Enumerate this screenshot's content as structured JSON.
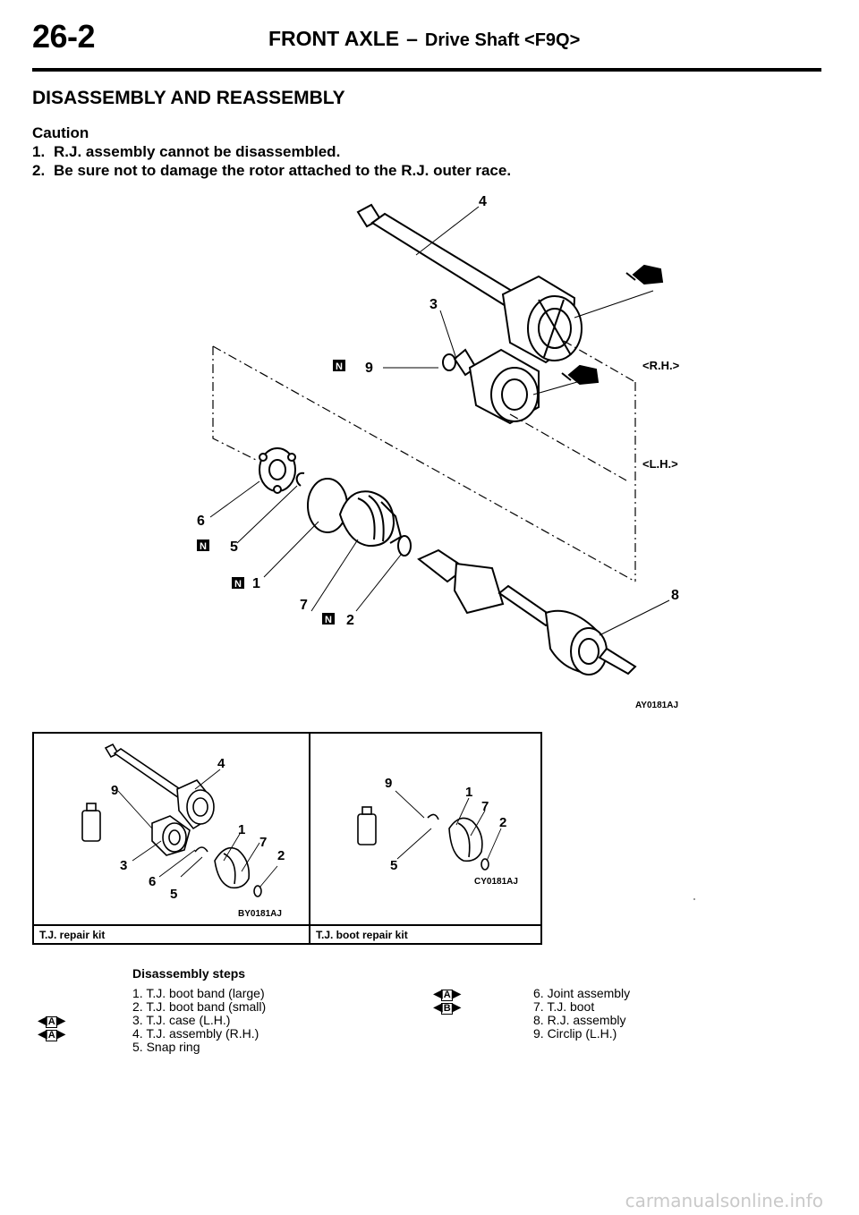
{
  "header": {
    "page_number": "26-2",
    "section": "FRONT AXLE",
    "separator": "–",
    "subsection": "Drive Shaft <F9Q>"
  },
  "section_title": "DISASSEMBLY AND REASSEMBLY",
  "caution": {
    "heading": "Caution",
    "items": [
      {
        "num": "1.",
        "text": "R.J. assembly cannot be disassembled."
      },
      {
        "num": "2.",
        "text": "Be sure not to damage the rotor attached to the R.J. outer race."
      }
    ]
  },
  "main_figure": {
    "code": "AY0181AJ",
    "rh_label": "<R.H.>",
    "lh_label": "<L.H.>",
    "callouts": [
      "4",
      "3",
      "9",
      "6",
      "5",
      "1",
      "7",
      "2",
      "8"
    ],
    "new_part_mark": "N"
  },
  "kits": [
    {
      "caption": "T.J. repair kit",
      "code": "BY0181AJ",
      "callouts": [
        "4",
        "9",
        "1",
        "7",
        "2",
        "3",
        "6",
        "5"
      ]
    },
    {
      "caption": "T.J. boot repair kit",
      "code": "CY0181AJ",
      "callouts": [
        "9",
        "1",
        "7",
        "2",
        "5"
      ]
    }
  ],
  "steps": {
    "heading": "Disassembly steps",
    "left": [
      "1. T.J. boot band (large)",
      "2. T.J. boot band (small)",
      "3. T.J. case (L.H.)",
      "4. T.J. assembly (R.H.)",
      "5. Snap ring"
    ],
    "right": [
      "6. Joint assembly",
      "7. T.J. boot",
      "8. R.J. assembly",
      "9. Circlip (L.H.)"
    ],
    "left_marks": [
      {
        "row": 3,
        "letter": "A"
      },
      {
        "row": 4,
        "letter": "A"
      }
    ],
    "right_marks": [
      {
        "row": 1,
        "letter": "A"
      },
      {
        "row": 2,
        "letter": "B"
      }
    ]
  },
  "watermark": "carmanualsonline.info"
}
